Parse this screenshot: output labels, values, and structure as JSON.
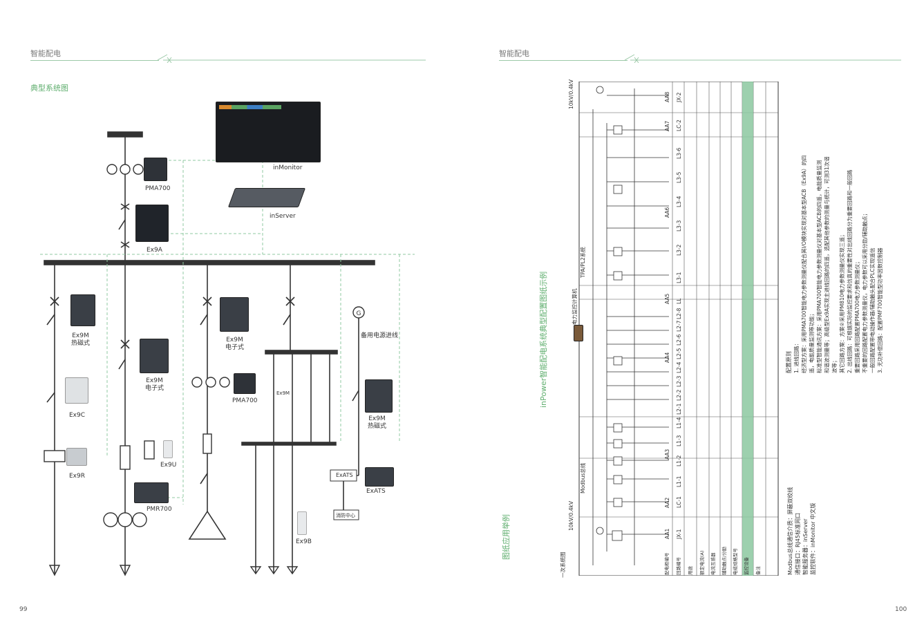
{
  "left_page": {
    "header": "智能配电",
    "subtitle": "典型系统图",
    "page_number": "99",
    "devices": {
      "pma700_top": "PMA700",
      "ex9a": "Ex9A",
      "inmonitor": "inMonitor",
      "inserver": "inServer",
      "ex9m_thermal_1": "Ex9M\n热磁式",
      "ex9c": "Ex9C",
      "ex9r": "Ex9R",
      "ex9m_electronic_1": "Ex9M\n电子式",
      "ex9u": "Ex9U",
      "pmr700": "PMR700",
      "ex9m_electronic_2": "Ex9M\n电子式",
      "pma700_mid": "PMA700",
      "ex9m_small": "Ex9M",
      "backup_feed": "备用电源进线",
      "generator": "G",
      "ex9m_thermal_2": "Ex9M\n热磁式",
      "exats_box": "ExATS",
      "exats": "ExATS",
      "fire_center": "消防中心",
      "ex9b": "Ex9B"
    }
  },
  "right_page": {
    "header": "智能配电",
    "page_number": "100",
    "side_title": "图纸应用举例",
    "diagram_title": "inPower智能配电系统典型配置图纸示例",
    "labels": {
      "primary_system": "一次系统图",
      "tpa": "TPA/PL2系统",
      "modbus": "Modbus总线",
      "power_meter": "电力监控计算机",
      "incoming1": "10kV/0.4kV",
      "incoming2": "10kV/0.4kV"
    },
    "table_headers": [
      "配电柜编号",
      "回路编号",
      "用途",
      "额定电流(A)",
      "电流互感器",
      "辅助触点/分励",
      "电缆规格型号",
      "监控设备",
      "备注"
    ],
    "cabinets": [
      "AA1",
      "AA2",
      "AA3",
      "AA4",
      "AA5",
      "AA6",
      "AA7",
      "AA8"
    ],
    "circuits": [
      "JX-1",
      "LC-1",
      "L1-1",
      "L1-2",
      "L1-3",
      "L1-4",
      "L2-1",
      "L2-2",
      "L2-3",
      "L2-4",
      "L2-5",
      "L2-6",
      "L2-7",
      "L2-8",
      "LL",
      "L3-1",
      "L3-2",
      "L3-3",
      "L3-4",
      "L3-5",
      "L3-6",
      "LC-2",
      "JX-2"
    ],
    "notes_modbus": [
      "Modbus总线通信介质：屏蔽双绞线",
      "通信接口：RJ45标准网口",
      "智能服务器：inServer",
      "监控软件：inMonitor 中文版"
    ],
    "config_principles": [
      "配置原则",
      "1. 进线回路：",
      "经济型方案：采用PMA700智能电力参数测量仪配合其I/O模块实现对基本型ACB（Ex9A）的四",
      "遥，电能质量监测等功能；",
      "标准型智能通讯方案：采用PMA700智能电力参数测量仪对基本型ACB的四遥，电能质量监测",
      "和谐波测量等；高级型Ex9A实现主进线回路的四遥，选配其他参数的测量与统计，可测31次谐",
      "波等；",
      "其它回路方案：方案②采用PM810电力参数测量仪实现三遥；",
      "2. 出线回路：可根据实际的监控要求和仿真的重要性对出线回路分为重要回路和一般回路",
      "重要回路采用回路配置PMA700电力参数测量仪；",
      "不重要的回路配置电力参数测量仪，电力参数可以采用分励/辅助触点；",
      "一般回路配置带电动操作器/辅助触头配合PLC实现遥信",
      "3. 无功补偿回路：配置PMF700智能型功率因数控制器"
    ]
  }
}
